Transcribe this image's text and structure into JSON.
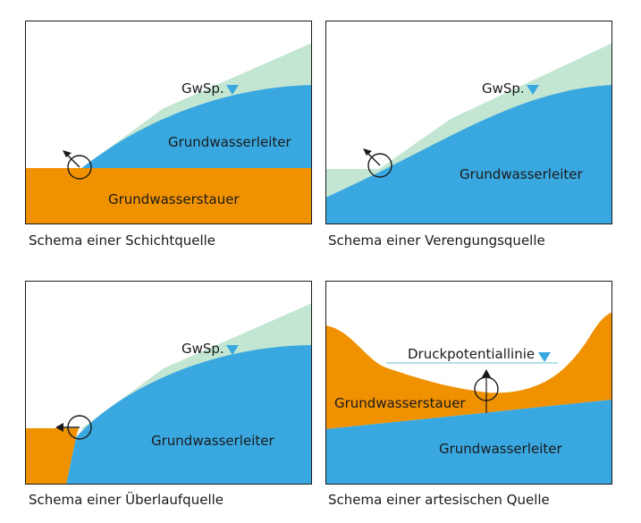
{
  "colors": {
    "aquifer": "#3aa8e0",
    "aquiclude": "#f09100",
    "groundwater_zone": "#c3e6d2",
    "water_table_marker": "#3aa8e0",
    "frame": "#1a1a1a",
    "pressure_line": "#b5e0ea"
  },
  "panels": [
    {
      "caption": "Schema einer Schichtquelle",
      "label_water_table": "GwSp.",
      "label_aquifer": "Grundwasserleiter",
      "label_aquiclude": "Grundwasserstauer"
    },
    {
      "caption": "Schema einer Verengungsquelle",
      "label_water_table": "GwSp.",
      "label_aquifer": "Grundwasserleiter"
    },
    {
      "caption": "Schema einer Überlaufquelle",
      "label_water_table": "GwSp.",
      "label_aquifer": "Grundwasserleiter"
    },
    {
      "caption": "Schema einer artesischen Quelle",
      "label_pressure_line": "Druckpotentiallinie",
      "label_aquiclude": "Grundwasserstauer",
      "label_aquifer": "Grundwasserleiter"
    }
  ]
}
